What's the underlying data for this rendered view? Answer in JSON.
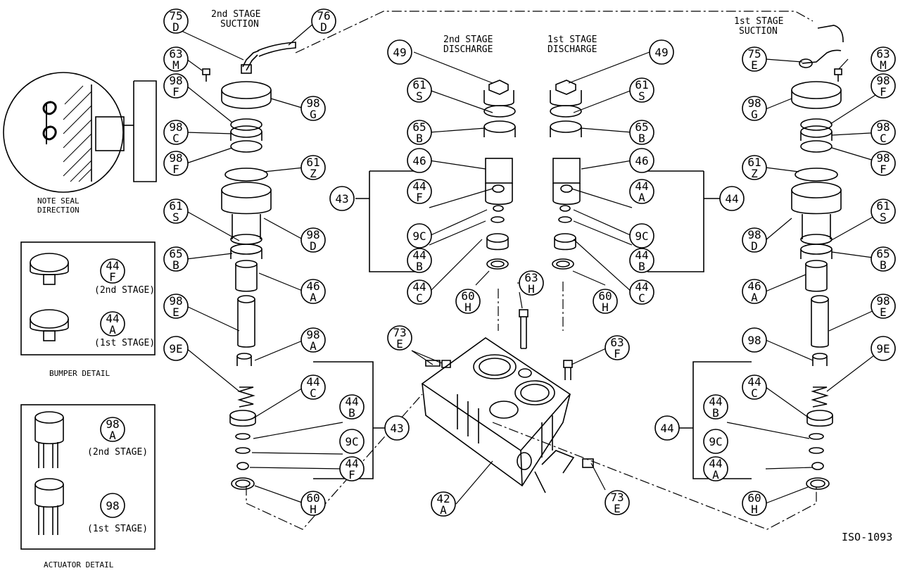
{
  "labels": {
    "stage2_suction": [
      "2nd STAGE",
      "SUCTION"
    ],
    "stage1_suction": [
      "1st STAGE",
      "SUCTION"
    ],
    "stage2_discharge": [
      "2nd STAGE",
      "DISCHARGE"
    ],
    "stage1_discharge": [
      "1st STAGE",
      "DISCHARGE"
    ],
    "note_seal": [
      "NOTE SEAL",
      "DIRECTION"
    ],
    "bumper_detail": "BUMPER DETAIL",
    "actuator_detail": "ACTUATOR DETAIL",
    "drawing_number": "ISO-1093",
    "bumper_2nd": "(2nd STAGE)",
    "bumper_1st": "(1st STAGE)",
    "actuator_2nd": "(2nd STAGE)",
    "actuator_1st": "(1st STAGE)"
  },
  "balloons": [
    {
      "id": "75D",
      "top": "75",
      "bottom": "D"
    },
    {
      "id": "76D",
      "top": "76",
      "bottom": "D"
    },
    {
      "id": "63M-left",
      "top": "63",
      "bottom": "M"
    },
    {
      "id": "98F-left-upper",
      "top": "98",
      "bottom": "F"
    },
    {
      "id": "98G-left",
      "top": "98",
      "bottom": "G"
    },
    {
      "id": "98C-left",
      "top": "98",
      "bottom": "C"
    },
    {
      "id": "98F-left-lower",
      "top": "98",
      "bottom": "F"
    },
    {
      "id": "61Z-left",
      "top": "61",
      "bottom": "Z"
    },
    {
      "id": "61S-left",
      "top": "61",
      "bottom": "S"
    },
    {
      "id": "98D-left",
      "top": "98",
      "bottom": "D"
    },
    {
      "id": "65B-left",
      "top": "65",
      "bottom": "B"
    },
    {
      "id": "46A-left",
      "top": "46",
      "bottom": "A"
    },
    {
      "id": "98E-left",
      "top": "98",
      "bottom": "E"
    },
    {
      "id": "98A-left",
      "top": "98",
      "bottom": "A"
    },
    {
      "id": "9E-left",
      "top": "9E",
      "bottom": ""
    },
    {
      "id": "44C-lower-left",
      "top": "44",
      "bottom": "C"
    },
    {
      "id": "44B-lower-left",
      "top": "44",
      "bottom": "B"
    },
    {
      "id": "9C-lower-left",
      "top": "9C",
      "bottom": ""
    },
    {
      "id": "43-lower",
      "top": "43",
      "bottom": ""
    },
    {
      "id": "44F-lower-left",
      "top": "44",
      "bottom": "F"
    },
    {
      "id": "60H-lower-left",
      "top": "60",
      "bottom": "H"
    },
    {
      "id": "49-center-left",
      "top": "49",
      "bottom": ""
    },
    {
      "id": "61S-center-left",
      "top": "61",
      "bottom": "S"
    },
    {
      "id": "65B-center-left",
      "top": "65",
      "bottom": "B"
    },
    {
      "id": "46-center-left",
      "top": "46",
      "bottom": ""
    },
    {
      "id": "44F-center",
      "top": "44",
      "bottom": "F"
    },
    {
      "id": "43-center",
      "top": "43",
      "bottom": ""
    },
    {
      "id": "9C-center-left",
      "top": "9C",
      "bottom": ""
    },
    {
      "id": "44B-center-left",
      "top": "44",
      "bottom": "B"
    },
    {
      "id": "44C-center-left",
      "top": "44",
      "bottom": "C"
    },
    {
      "id": "60H-center-left",
      "top": "60",
      "bottom": "H"
    },
    {
      "id": "63H",
      "top": "63",
      "bottom": "H"
    },
    {
      "id": "73E-upper",
      "top": "73",
      "bottom": "E"
    },
    {
      "id": "42A",
      "top": "42",
      "bottom": "A"
    },
    {
      "id": "73E-lower",
      "top": "73",
      "bottom": "E"
    },
    {
      "id": "63F",
      "top": "63",
      "bottom": "F"
    },
    {
      "id": "49-center-right",
      "top": "49",
      "bottom": ""
    },
    {
      "id": "61S-center-right",
      "top": "61",
      "bottom": "S"
    },
    {
      "id": "65B-center-right",
      "top": "65",
      "bottom": "B"
    },
    {
      "id": "46-center-right",
      "top": "46",
      "bottom": ""
    },
    {
      "id": "44A-center",
      "top": "44",
      "bottom": "A"
    },
    {
      "id": "44-center-right",
      "top": "44",
      "bottom": ""
    },
    {
      "id": "9C-center-right",
      "top": "9C",
      "bottom": ""
    },
    {
      "id": "44B-center-right",
      "top": "44",
      "bottom": "B"
    },
    {
      "id": "44C-center-right",
      "top": "44",
      "bottom": "C"
    },
    {
      "id": "60H-center-right",
      "top": "60",
      "bottom": "H"
    },
    {
      "id": "75E",
      "top": "75",
      "bottom": "E"
    },
    {
      "id": "63M-right",
      "top": "63",
      "bottom": "M"
    },
    {
      "id": "98G-right",
      "top": "98",
      "bottom": "G"
    },
    {
      "id": "98F-right-upper",
      "top": "98",
      "bottom": "F"
    },
    {
      "id": "98C-right",
      "top": "98",
      "bottom": "C"
    },
    {
      "id": "98F-right-lower",
      "top": "98",
      "bottom": "F"
    },
    {
      "id": "61Z-right",
      "top": "61",
      "bottom": "Z"
    },
    {
      "id": "61S-right",
      "top": "61",
      "bottom": "S"
    },
    {
      "id": "98D-right",
      "top": "98",
      "bottom": "D"
    },
    {
      "id": "65B-right",
      "top": "65",
      "bottom": "B"
    },
    {
      "id": "46A-right",
      "top": "46",
      "bottom": "A"
    },
    {
      "id": "98E-right",
      "top": "98",
      "bottom": "E"
    },
    {
      "id": "98-right",
      "top": "98",
      "bottom": ""
    },
    {
      "id": "9E-right",
      "top": "9E",
      "bottom": ""
    },
    {
      "id": "44C-lower-right",
      "top": "44",
      "bottom": "C"
    },
    {
      "id": "44B-lower-right",
      "top": "44",
      "bottom": "B"
    },
    {
      "id": "44-lower-right",
      "top": "44",
      "bottom": ""
    },
    {
      "id": "9C-lower-right",
      "top": "9C",
      "bottom": ""
    },
    {
      "id": "44A-lower-right",
      "top": "44",
      "bottom": "A"
    },
    {
      "id": "60H-lower-right",
      "top": "60",
      "bottom": "H"
    },
    {
      "id": "44F-bumper",
      "top": "44",
      "bottom": "F"
    },
    {
      "id": "44A-bumper",
      "top": "44",
      "bottom": "A"
    },
    {
      "id": "98A-actuator",
      "top": "98",
      "bottom": "A"
    },
    {
      "id": "98-actuator",
      "top": "98",
      "bottom": ""
    }
  ],
  "colors": {
    "ink": "#000000",
    "paper": "#ffffff"
  }
}
